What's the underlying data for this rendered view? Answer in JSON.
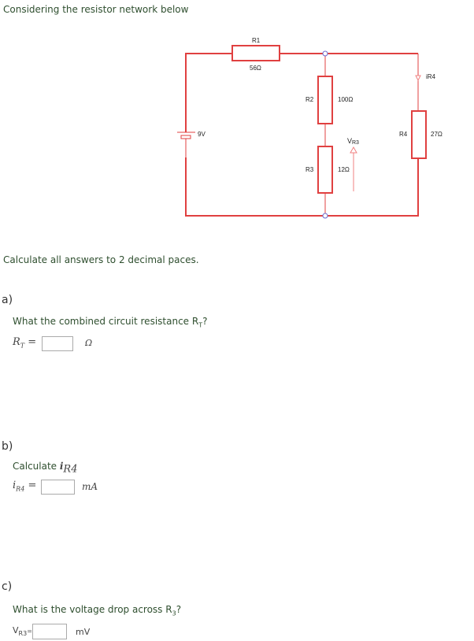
{
  "intro": "Considering the resistor network below",
  "circuit": {
    "r1_label": "R1",
    "r1_value": "56Ω",
    "r2_label": "R2",
    "r2_value": "100Ω",
    "r3_label": "R3",
    "r3_value": "12Ω",
    "r4_label": "R4",
    "r4_value": "27Ω",
    "source": "9V",
    "vr3_main": "V",
    "vr3_sub": "R3",
    "ir4_label": "iR4",
    "wire_color": "#e04040"
  },
  "instruction": "Calculate all answers to 2 decimal paces.",
  "parts": [
    {
      "letter": "a)",
      "question_pre": "What the combined circuit resistance R",
      "question_sub": "T",
      "question_post": "?",
      "var_main": "R",
      "var_sub": "T",
      "eq": "=",
      "unit": "Ω",
      "value": ""
    },
    {
      "letter": "b)",
      "question_pre": "Calculate ",
      "q_var": "i",
      "q_sub": "R4",
      "var_main": "i",
      "var_sub": "R4",
      "eq": "=",
      "unit": "mA",
      "value": ""
    },
    {
      "letter": "c)",
      "question_pre": "What is the voltage drop across R",
      "question_sub": "3",
      "question_post": "?",
      "var_main": "V",
      "var_sub": "R3",
      "eq": "=",
      "unit": "mV",
      "value": ""
    }
  ]
}
